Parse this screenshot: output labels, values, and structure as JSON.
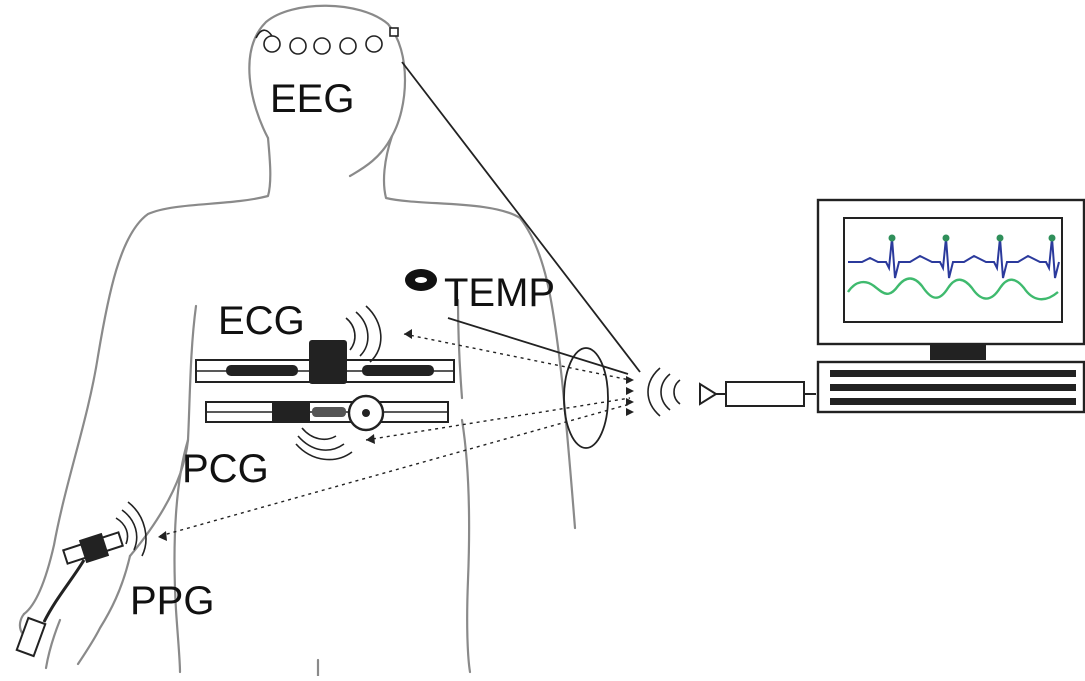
{
  "labels": {
    "eeg": "EEG",
    "temp": "TEMP",
    "ecg": "ECG",
    "pcg": "PCG",
    "ppg": "PPG"
  },
  "colors": {
    "outline": "#8a8a8a",
    "ink": "#111111",
    "ecg_trace": "#2b3a9c",
    "ppg_trace": "#3fba6e",
    "r_peak": "#2f8f5a"
  },
  "icons": [
    "eeg-electrode-icon",
    "temperature-sensor-icon",
    "ecg-sensor-icon",
    "pcg-sensor-icon",
    "ppg-sensor-icon",
    "wireless-wave-icon",
    "antenna-icon",
    "receiver-icon",
    "monitor-icon"
  ]
}
